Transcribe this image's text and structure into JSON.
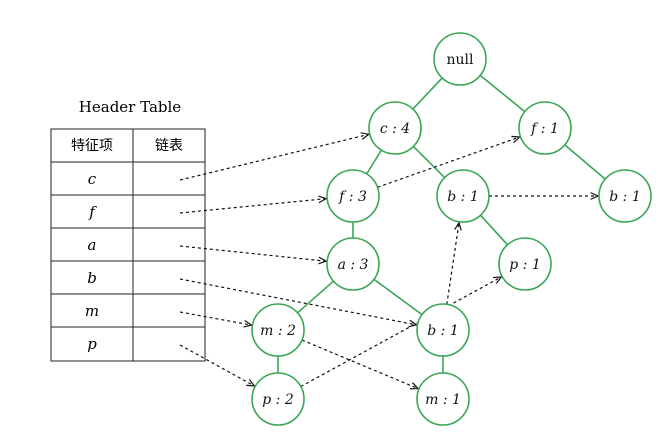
{
  "header_table": {
    "title": "Header Table",
    "col_item": "特征项",
    "col_link": "链表",
    "rows": [
      "c",
      "f",
      "a",
      "b",
      "m",
      "p"
    ]
  },
  "tree": {
    "nodes": [
      {
        "id": "root",
        "label": "null",
        "italic": false
      },
      {
        "id": "c4",
        "label": "c : 4",
        "italic": true
      },
      {
        "id": "f1",
        "label": "f : 1",
        "italic": true
      },
      {
        "id": "f3",
        "label": "f : 3",
        "italic": true
      },
      {
        "id": "b1a",
        "label": "b : 1",
        "italic": true
      },
      {
        "id": "b1c",
        "label": "b : 1",
        "italic": true
      },
      {
        "id": "a3",
        "label": "a : 3",
        "italic": true
      },
      {
        "id": "p1",
        "label": "p : 1",
        "italic": true
      },
      {
        "id": "m2",
        "label": "m : 2",
        "italic": true
      },
      {
        "id": "b1b",
        "label": "b : 1",
        "italic": true
      },
      {
        "id": "p2",
        "label": "p : 2",
        "italic": true
      },
      {
        "id": "m1",
        "label": "m : 1",
        "italic": true
      }
    ],
    "edges": [
      [
        "root",
        "c4"
      ],
      [
        "root",
        "f1"
      ],
      [
        "c4",
        "f3"
      ],
      [
        "c4",
        "b1a"
      ],
      [
        "f1",
        "b1c"
      ],
      [
        "f3",
        "a3"
      ],
      [
        "b1a",
        "p1"
      ],
      [
        "a3",
        "m2"
      ],
      [
        "a3",
        "b1b"
      ],
      [
        "m2",
        "p2"
      ],
      [
        "b1b",
        "m1"
      ]
    ],
    "links": [
      [
        "row:c",
        "c4"
      ],
      [
        "row:f",
        "f3"
      ],
      [
        "row:a",
        "a3"
      ],
      [
        "row:b",
        "b1b"
      ],
      [
        "row:m",
        "m2"
      ],
      [
        "row:p",
        "p2"
      ],
      [
        "f3",
        "f1"
      ],
      [
        "b1a",
        "b1c"
      ],
      [
        "b1b",
        "b1a"
      ],
      [
        "p2",
        "p1"
      ],
      [
        "m2",
        "m1"
      ]
    ]
  },
  "colors": {
    "node_stroke": "#3aa655",
    "edge": "#3aa655",
    "link": "#111111",
    "table_border": "#222222",
    "text": "#111111"
  }
}
